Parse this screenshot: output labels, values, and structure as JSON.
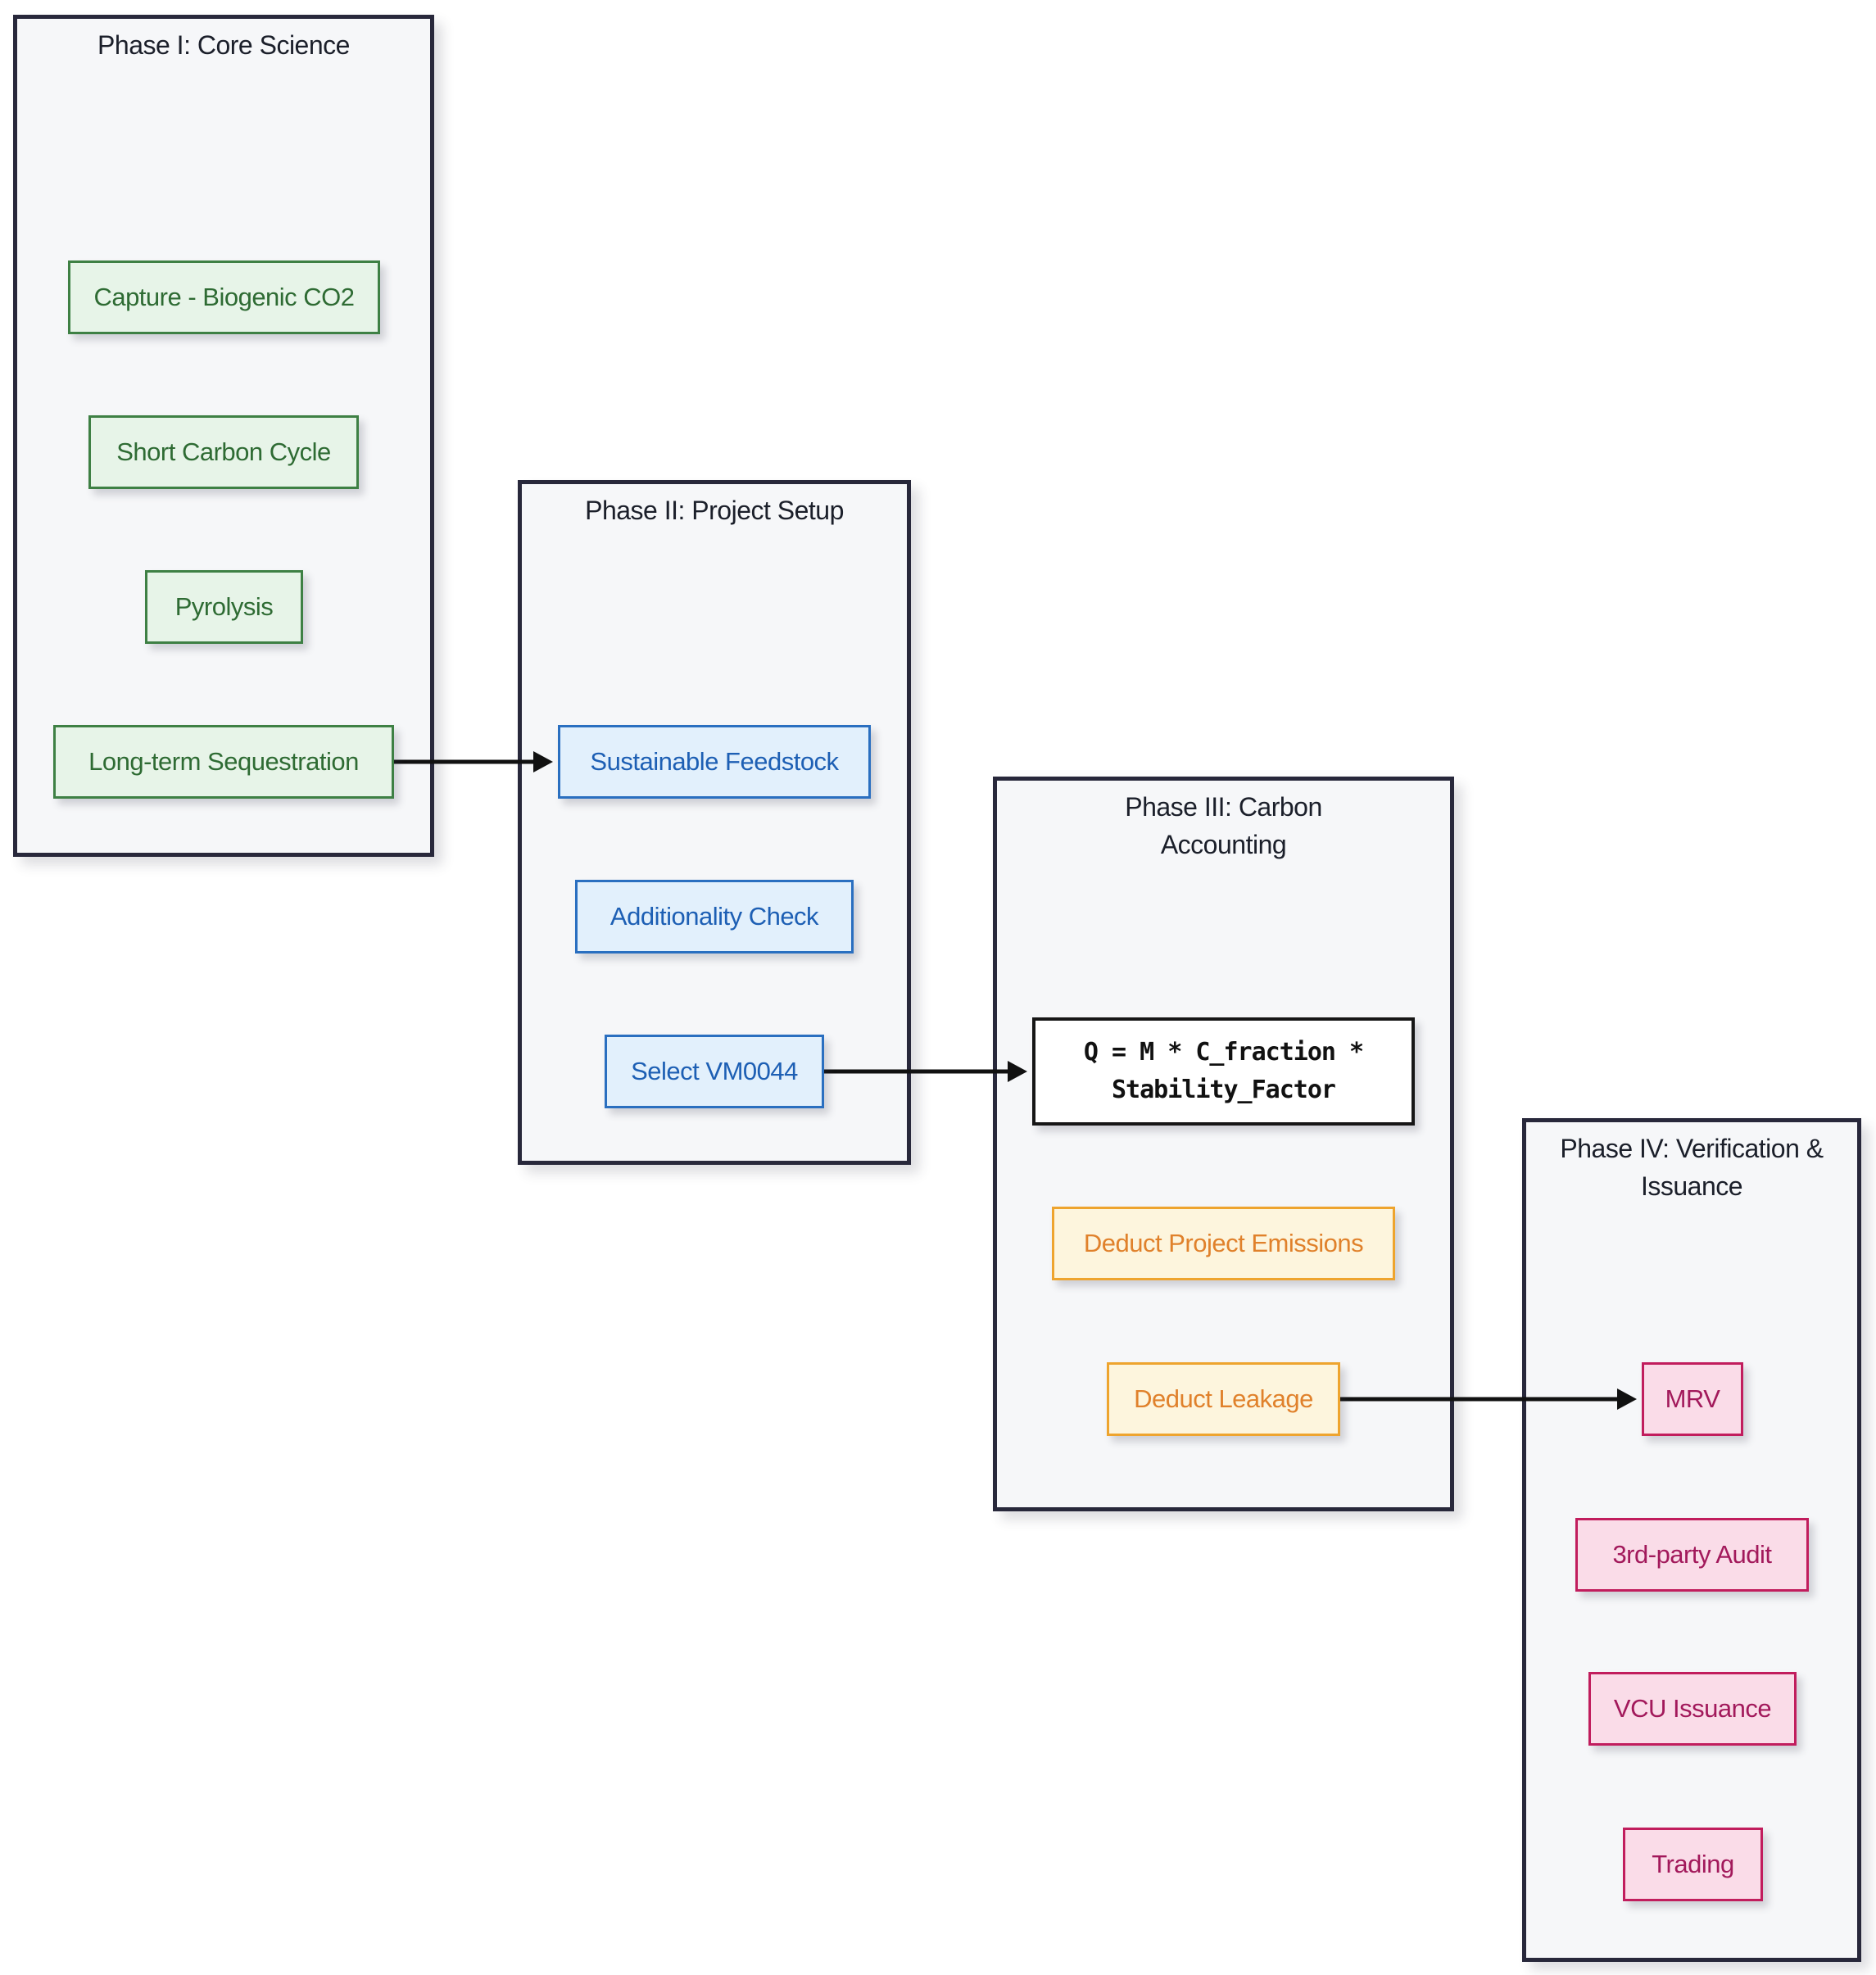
{
  "diagram": {
    "type": "flowchart",
    "background_color": "#ffffff",
    "container_style": {
      "fill": "#f6f7f9",
      "border": "#28283b",
      "title_color": "#1b1f2a"
    },
    "arrow_color": "#111111",
    "phases": [
      {
        "title": "Phase I: Core Science",
        "theme": {
          "fill": "#e7f4e8",
          "border": "#3e8044",
          "text": "#2e6b33"
        },
        "nodes": [
          {
            "label": "Capture - Biogenic CO2"
          },
          {
            "label": "Short Carbon Cycle"
          },
          {
            "label": "Pyrolysis"
          },
          {
            "label": "Long-term Sequestration"
          }
        ]
      },
      {
        "title": "Phase II: Project Setup",
        "theme": {
          "fill": "#e2f0fc",
          "border": "#2a6fc0",
          "text": "#1d5fb4"
        },
        "nodes": [
          {
            "label": "Sustainable Feedstock"
          },
          {
            "label": "Additionality Check"
          },
          {
            "label": "Select VM0044"
          }
        ]
      },
      {
        "title": "Phase III: Carbon Accounting",
        "theme": {
          "fill": "#fdf5dd",
          "border": "#eea42e",
          "text": "#e0812b"
        },
        "formula_style": {
          "fill": "#ffffff",
          "border": "#161616",
          "text": "#111111"
        },
        "nodes": [
          {
            "label": "Q = M * C_fraction * Stability_Factor",
            "kind": "formula"
          },
          {
            "label": "Deduct Project Emissions"
          },
          {
            "label": "Deduct Leakage"
          }
        ]
      },
      {
        "title": "Phase IV: Verification & Issuance",
        "theme": {
          "fill": "#fadce8",
          "border": "#c11d5d",
          "text": "#a2195b"
        },
        "nodes": [
          {
            "label": "MRV"
          },
          {
            "label": "3rd-party Audit"
          },
          {
            "label": "VCU Issuance"
          },
          {
            "label": "Trading"
          }
        ]
      }
    ],
    "edges": [
      {
        "from": "Long-term Sequestration",
        "to": "Sustainable Feedstock"
      },
      {
        "from": "Select VM0044",
        "to": "Q = M * C_fraction * Stability_Factor"
      },
      {
        "from": "Deduct Leakage",
        "to": "MRV"
      }
    ]
  }
}
